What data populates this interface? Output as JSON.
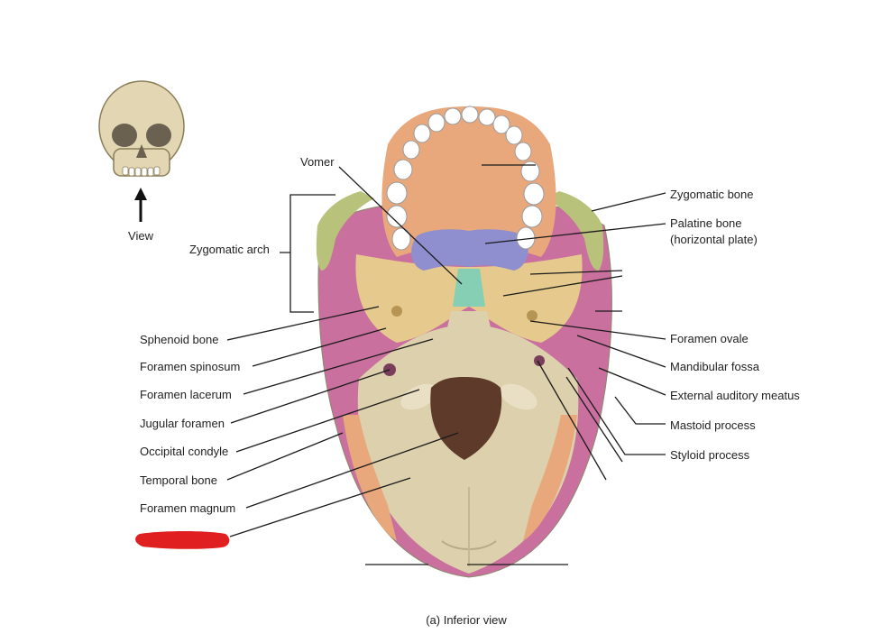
{
  "caption": "(a) Inferior view",
  "view_label": "View",
  "labels_left": {
    "vomer": "Vomer",
    "zygomatic_arch": "Zygomatic arch",
    "sphenoid_bone": "Sphenoid bone",
    "foramen_spinosum": "Foramen spinosum",
    "foramen_lacerum": "Foramen lacerum",
    "jugular_foramen": "Jugular foramen",
    "occipital_condyle": "Occipital condyle",
    "temporal_bone": "Temporal bone",
    "foramen_magnum": "Foramen magnum"
  },
  "labels_right": {
    "zygomatic_bone": "Zygomatic bone",
    "palatine_bone_line1": "Palatine bone",
    "palatine_bone_line2": "(horizontal plate)",
    "foramen_ovale": "Foramen ovale",
    "mandibular_fossa": "Mandibular fossa",
    "external_auditory_meatus": "External auditory meatus",
    "mastoid_process": "Mastoid process",
    "styloid_process": "Styloid process"
  },
  "colors": {
    "occipital_tan": "#ddd0ad",
    "maxilla_orange": "#e8a87c",
    "sphenoid_yellow": "#e6c98c",
    "temporal_pink": "#c9709e",
    "zygomatic_green": "#b8c27a",
    "palatine_blue": "#8f8fcf",
    "vomer_teal": "#86cfb5",
    "foramen_brown": "#5e3a2a",
    "redaction_red": "#e02020"
  }
}
